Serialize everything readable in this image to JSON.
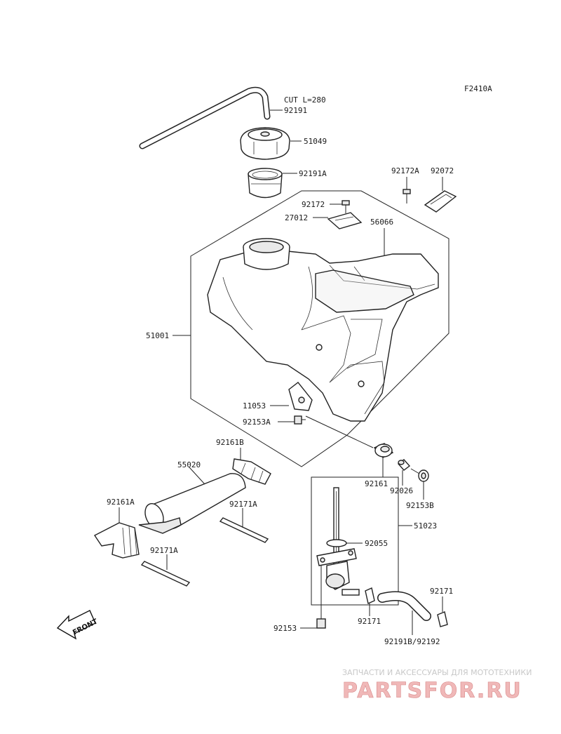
{
  "diagram": {
    "code": "F2410A",
    "labels": {
      "cut_note": "CUT L=280",
      "p92191": "92191",
      "p51049": "51049",
      "p92191A": "92191A",
      "p92172A": "92172A",
      "p92072": "92072",
      "p92172": "92172",
      "p27012": "27012",
      "p56066": "56066",
      "p51001": "51001",
      "p11053": "11053",
      "p92153A": "92153A",
      "p92161B": "92161B",
      "p55020": "55020",
      "p92171A_a": "92171A",
      "p92161A": "92161A",
      "p92171A_b": "92171A",
      "p92161": "92161",
      "p92026": "92026",
      "p92153B": "92153B",
      "p51023": "51023",
      "p92055": "92055",
      "p92171_a": "92171",
      "p92171_b": "92171",
      "p92153": "92153",
      "p92191B_92192": "92191B/92192"
    },
    "front_marker": "FRONT"
  },
  "watermark": {
    "subtitle": "ЗАПЧАСТИ И АКСЕССУАРЫ ДЛЯ МОТОТЕХНИКИ",
    "brand": "PARTSFOR.RU"
  }
}
